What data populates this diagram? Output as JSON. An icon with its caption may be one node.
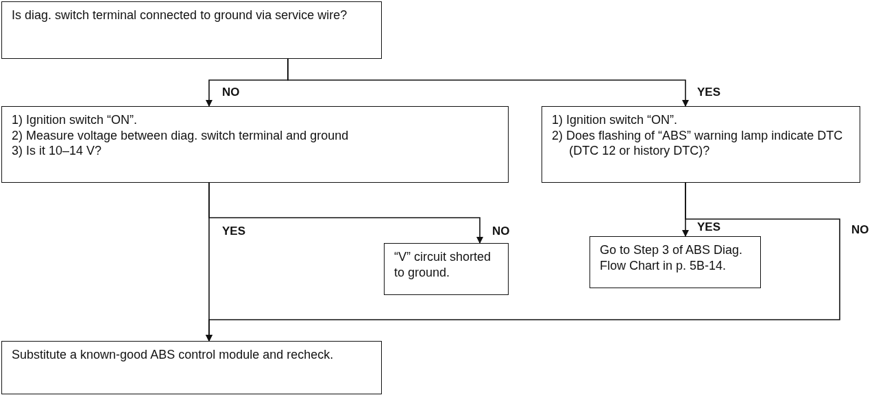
{
  "diagram": {
    "nodes": [
      {
        "text": [
          "Is diag. switch terminal connected to ground via service wire?"
        ]
      },
      {
        "text": [
          "1) Ignition switch “ON”.",
          "2) Measure voltage between diag. switch terminal and ground",
          "3) Is it 10–14 V?"
        ]
      },
      {
        "text": [
          "1) Ignition switch “ON”.",
          "2) Does flashing of “ABS” warning lamp indicate DTC (DTC 12 or history DTC)?"
        ]
      },
      {
        "text": [
          "“V” circuit shorted to ground."
        ]
      },
      {
        "text": [
          "Go to Step 3 of ABS Diag. Flow Chart in p. 5B-14."
        ]
      },
      {
        "text": [
          "Substitute a known-good ABS control module and recheck."
        ]
      }
    ],
    "edges": [
      {
        "from": 0,
        "to": 1,
        "arrow": "to",
        "label": "NO"
      },
      {
        "from": 0,
        "to": 2,
        "arrow": "to",
        "label": "YES"
      },
      {
        "from": 1,
        "to": 5,
        "arrow": "to",
        "label": "YES"
      },
      {
        "from": 1,
        "to": 3,
        "arrow": "to",
        "label": "NO"
      },
      {
        "from": 2,
        "to": 4,
        "arrow": "to",
        "label": "YES"
      },
      {
        "from": 2,
        "to": 5,
        "arrow": "to",
        "label": "NO"
      }
    ]
  }
}
